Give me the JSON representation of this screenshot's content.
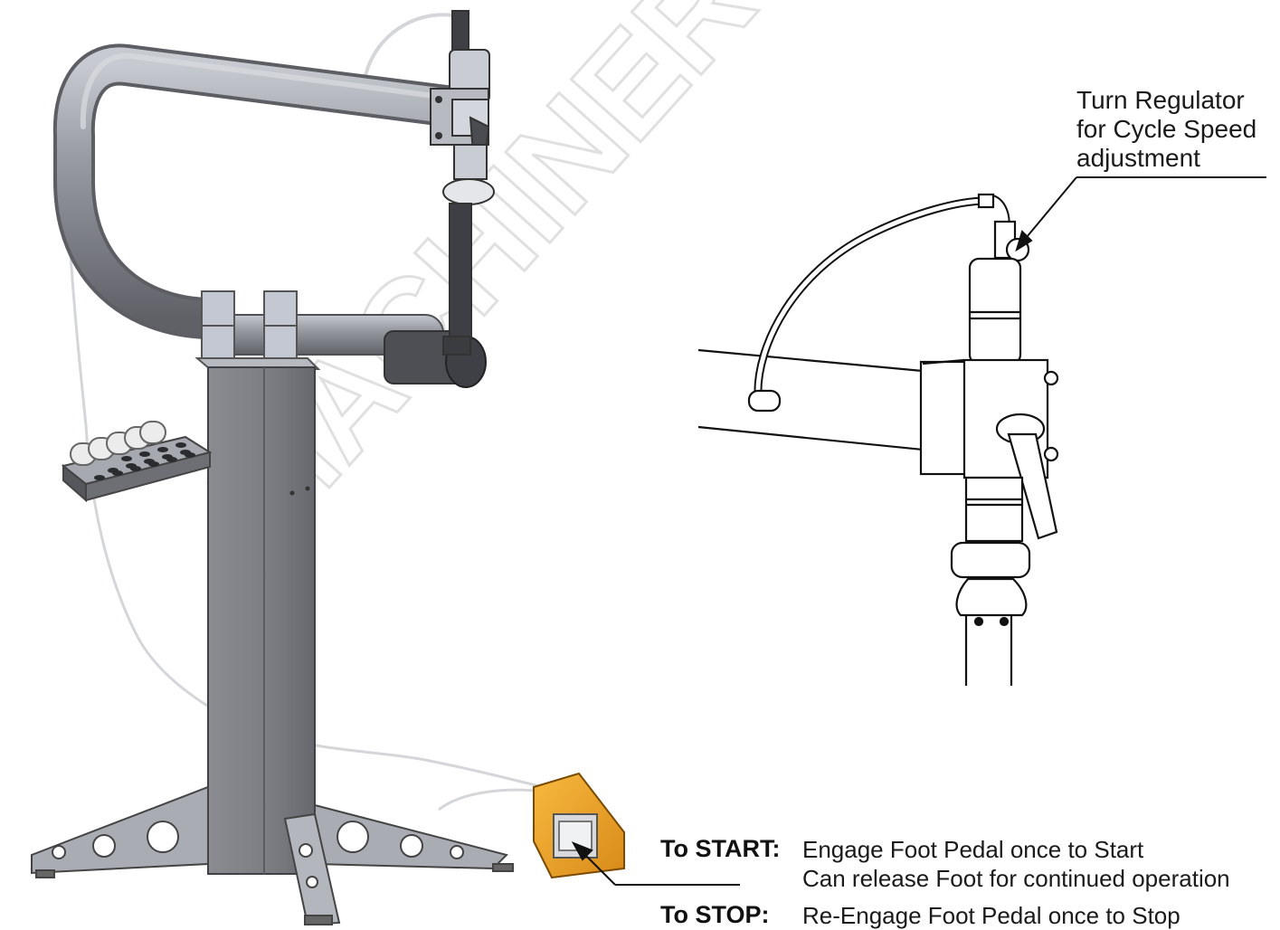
{
  "watermark": {
    "text": "MACHINERY",
    "color": "#e6e6e6"
  },
  "regulator_callout": {
    "lines": [
      "Turn Regulator",
      "for Cycle Speed",
      "adjustment"
    ]
  },
  "instructions": {
    "start": {
      "label": "To START:",
      "lines": [
        "Engage Foot Pedal once to Start",
        "Can release Foot for continued operation"
      ]
    },
    "stop": {
      "label": "To STOP:",
      "lines": [
        "Re-Engage Foot Pedal once to Stop"
      ]
    }
  },
  "colors": {
    "steel": "#7d7f86",
    "steel_dark": "#5b5d63",
    "steel_light": "#b9bcc3",
    "pedal_orange": "#f0a52a",
    "line": "#111111"
  }
}
